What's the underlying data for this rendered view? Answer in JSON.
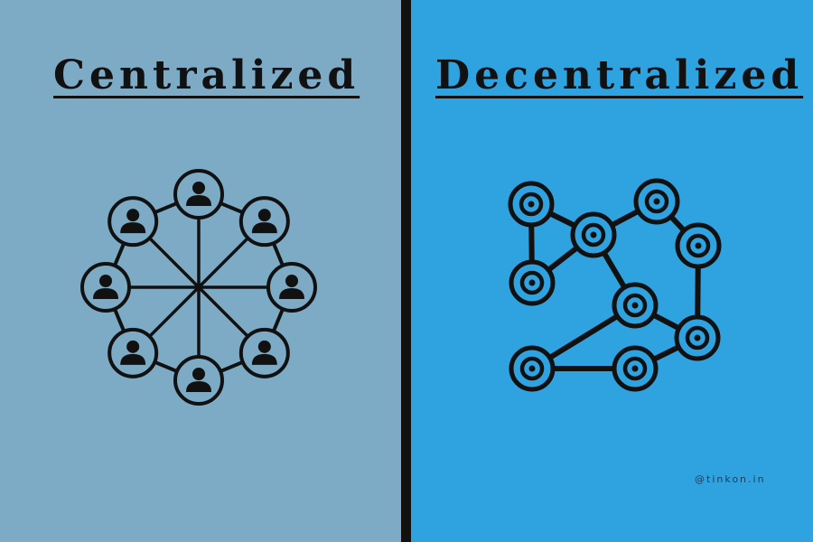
{
  "left_panel": {
    "title": "Centralized",
    "node_icon": "person-icon",
    "background": "#7dabc6"
  },
  "right_panel": {
    "title": "Decentralized",
    "node_icon": "target-ring-icon",
    "background": "#2fa3e0"
  },
  "divider_color": "#111111",
  "stroke_color": "#111111",
  "watermark": "@tinkon.in"
}
